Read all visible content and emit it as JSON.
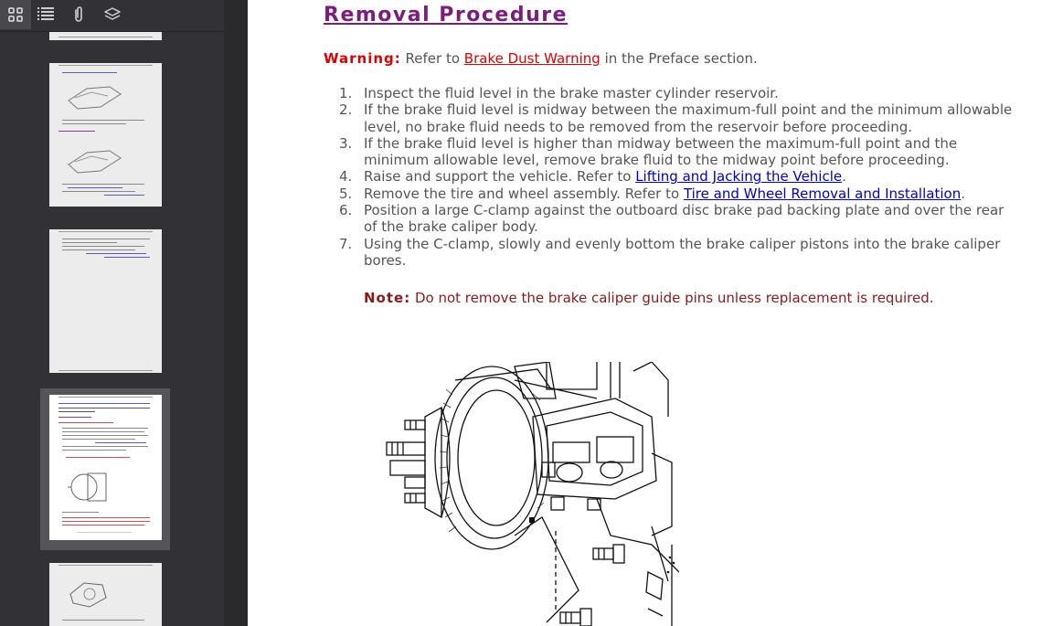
{
  "sidebar": {
    "toolbar": {
      "thumbnails_icon": "grid-icon",
      "outline_icon": "list-icon",
      "attachments_icon": "paperclip-icon",
      "layers_icon": "layers-icon"
    },
    "selected_thumbnail_index": 3
  },
  "document": {
    "title": "Removal Procedure",
    "warning": {
      "label": "Warning:",
      "pre": " Refer to ",
      "link": "Brake Dust Warning",
      "post": " in the Preface section."
    },
    "steps": [
      {
        "num": "1.",
        "pre": "Inspect the fluid level in the brake master cylinder reservoir.",
        "link": "",
        "post": ""
      },
      {
        "num": "2.",
        "pre": "If the brake fluid level is midway between the maximum-full point and the minimum allowable level, no brake fluid needs to be removed from the reservoir before proceeding.",
        "link": "",
        "post": ""
      },
      {
        "num": "3.",
        "pre": "If the brake fluid level is higher than midway between the maximum-full point and the minimum allowable level, remove brake fluid to the midway point before proceeding.",
        "link": "",
        "post": ""
      },
      {
        "num": "4.",
        "pre": "Raise and support the vehicle. Refer to ",
        "link": "Lifting and Jacking the Vehicle",
        "post": "."
      },
      {
        "num": "5.",
        "pre": "Remove the tire and wheel assembly. Refer to ",
        "link": "Tire and Wheel Removal and Installation",
        "post": "."
      },
      {
        "num": "6.",
        "pre": "Position a large C-clamp against the outboard disc brake pad backing plate and over the rear of the brake caliper body.",
        "link": "",
        "post": ""
      },
      {
        "num": "7.",
        "pre": "Using the C-clamp, slowly and evenly bottom the brake caliper pistons into the brake caliper bores.",
        "link": "",
        "post": ""
      }
    ],
    "note": {
      "label": "Note:",
      "text": " Do not remove the brake caliper guide pins unless replacement is required."
    },
    "figure_icon": "brake-caliper-illustration"
  },
  "colors": {
    "title": "#7a1d7e",
    "warning": "#e00000",
    "link": "#0000cc",
    "note": "#8b1a1a",
    "body_text": "#555555",
    "sidebar_bg": "#323236"
  }
}
